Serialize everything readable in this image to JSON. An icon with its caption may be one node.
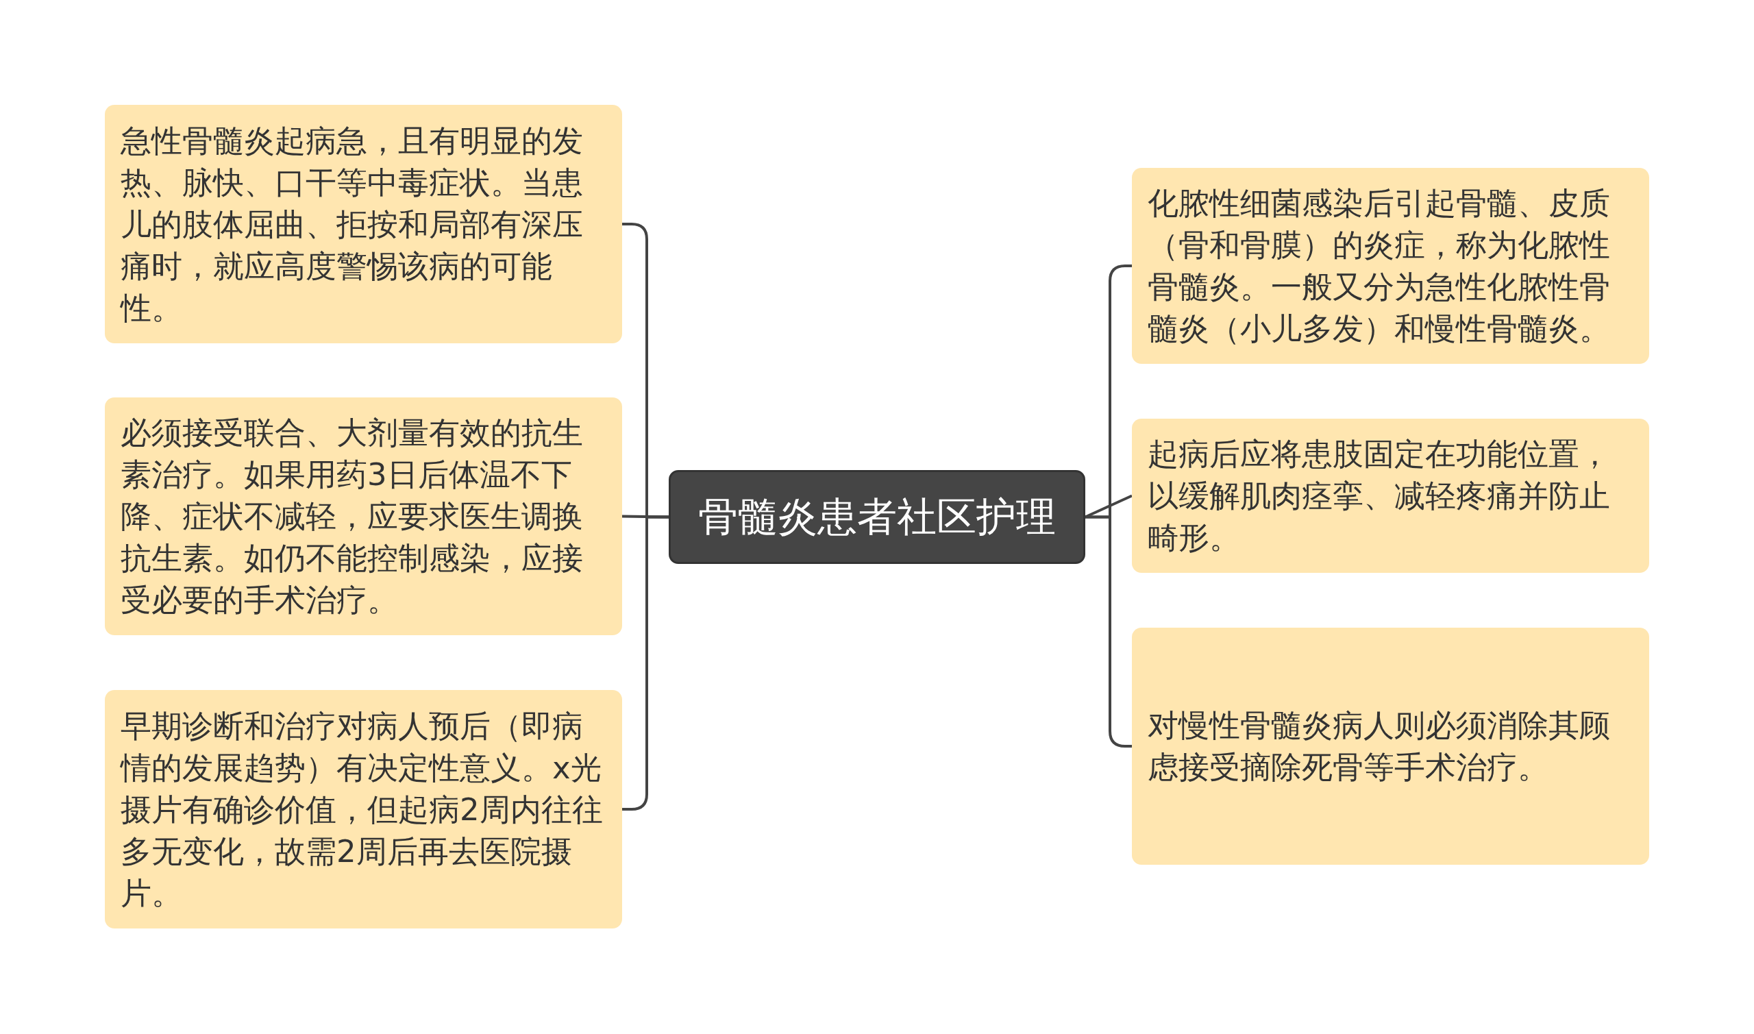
{
  "diagram": {
    "nodes": [
      {
        "text": [
          "骨髓炎患者社区护理"
        ]
      },
      {
        "text": [
          "急性骨髓炎起病急，且有明显的发热、脉快、口干等中毒症状。当患儿的肢体屈曲、拒按和局部有深压痛时，就应高度警惕该病的可能性。"
        ]
      },
      {
        "text": [
          "必须接受联合、大剂量有效的抗生素治疗。如果用药3日后体温不下降、症状不减轻，应要求医生调换抗生素。如仍不能控制感染，应接受必要的手术治疗。"
        ]
      },
      {
        "text": [
          "早期诊断和治疗对病人预后（即病情的发展趋势）有决定性意义。x光摄片有确诊价值，但起病2周内往往多无变化，故需2周后再去医院摄片。"
        ]
      },
      {
        "text": [
          "化脓性细菌感染后引起骨髓、皮质（骨和骨膜）的炎症，称为化脓性骨髓炎。一般又分为急性化脓性骨髓炎（小儿多发）和慢性骨髓炎。"
        ]
      },
      {
        "text": [
          "起病后应将患肢固定在功能位置，以缓解肌肉痉挛、减轻疼痛并防止畸形。"
        ]
      },
      {
        "text": [
          "对慢性骨髓炎病人则必须消除其顾虑接受摘除死骨等手术治疗。"
        ]
      }
    ],
    "edges": [
      {
        "from": 0,
        "to": 1,
        "arrow": "none"
      },
      {
        "from": 0,
        "to": 2,
        "arrow": "none"
      },
      {
        "from": 0,
        "to": 3,
        "arrow": "none"
      },
      {
        "from": 0,
        "to": 4,
        "arrow": "none"
      },
      {
        "from": 0,
        "to": 5,
        "arrow": "none"
      },
      {
        "from": 0,
        "to": 6,
        "arrow": "none"
      }
    ]
  }
}
